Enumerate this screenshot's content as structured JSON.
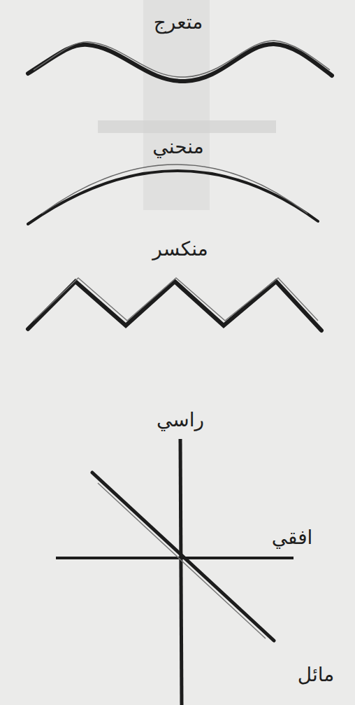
{
  "diagram": {
    "labels": [
      "متعرج",
      "منحني",
      "منكسر",
      "راسي",
      "افقي",
      "مائل"
    ]
  }
}
